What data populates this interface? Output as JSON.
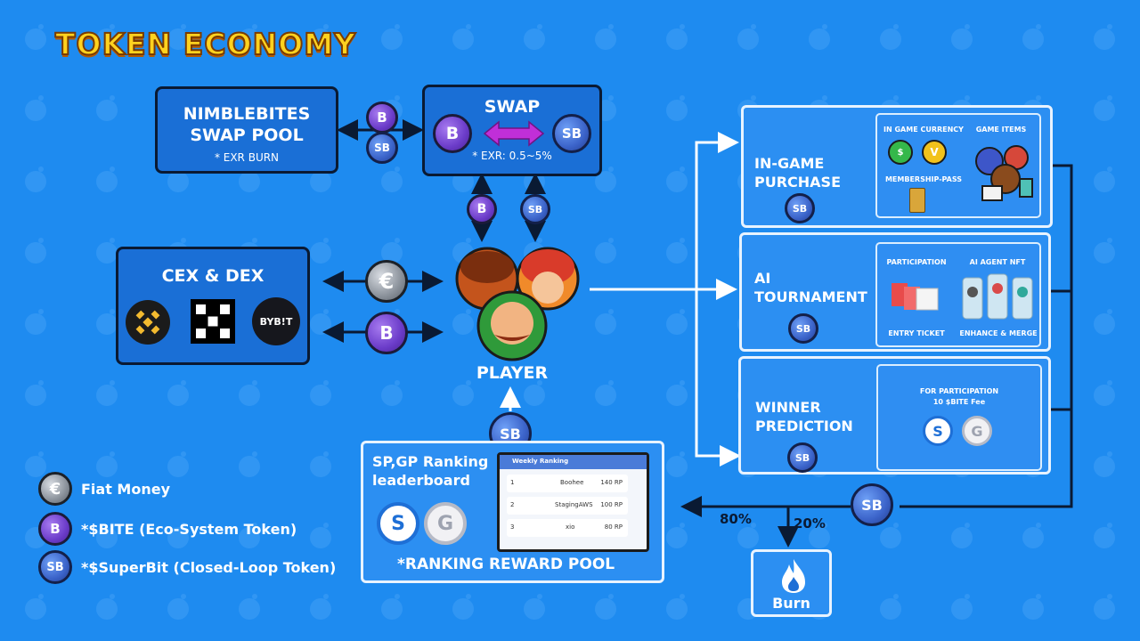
{
  "title": "TOKEN ECONOMY",
  "swap_pool": {
    "title_line1": "NIMBLEBITES",
    "title_line2": "SWAP POOL",
    "note": "* EXR BURN"
  },
  "swap": {
    "title": "SWAP",
    "note": "* EXR: 0.5~5%"
  },
  "cex_dex": {
    "title": "CEX & DEX",
    "exchanges": [
      "BYB!T"
    ]
  },
  "player": {
    "label": "PLAYER"
  },
  "coins": {
    "b": "B",
    "sb": "SB",
    "fiat": "€"
  },
  "in_game_purchase": {
    "line1": "IN-GAME",
    "line2": "PURCHASE",
    "in_game_currency": "IN GAME CURRENCY",
    "game_items": "GAME ITEMS",
    "membership_pass": "MEMBERSHIP-PASS"
  },
  "ai_tournament": {
    "line1": "AI",
    "line2": "TOURNAMENT",
    "participation": "PARTICIPATION",
    "ai_agent_nft": "AI AGENT NFT",
    "entry_ticket": "ENTRY TICKET",
    "enhance_merge": "ENHANCE & MERGE"
  },
  "winner_prediction": {
    "line1": "WINNER",
    "line2": "PREDICTION",
    "for_participation": "FOR PARTICIPATION",
    "fee": "10 $BITE Fee"
  },
  "ranking": {
    "title_line1": "SP,GP Ranking",
    "title_line2": "leaderboard",
    "pool": "*RANKING REWARD POOL",
    "board_title": "Weekly Ranking",
    "rows": [
      {
        "rank": "1",
        "name": "Boohee",
        "points": "140 RP"
      },
      {
        "rank": "2",
        "name": "StagingAWS",
        "points": "100 RP"
      },
      {
        "rank": "3",
        "name": "xio",
        "points": "80 RP"
      }
    ]
  },
  "split": {
    "left": "80%",
    "right": "20%"
  },
  "burn": {
    "label": "Burn"
  },
  "legend": [
    {
      "icon": "fiat",
      "label": "Fiat Money"
    },
    {
      "icon": "b",
      "label": "*$BITE (Eco-System Token)"
    },
    {
      "icon": "sb",
      "label": "*$SuperBit (Closed-Loop Token)"
    }
  ],
  "colors": {
    "background": "#1e8bf0",
    "title": "#ffd21f",
    "coin_b": "#6b3cc9",
    "coin_sb": "#3b63c9"
  }
}
